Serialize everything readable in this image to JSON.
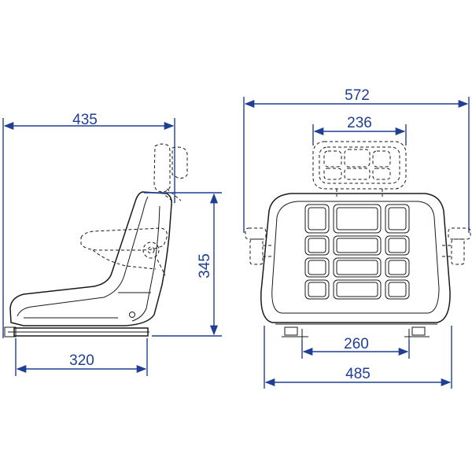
{
  "dimensions": {
    "side_depth": "435",
    "side_height": "345",
    "side_base": "320",
    "front_width_armrests": "572",
    "front_headrest": "236",
    "front_mount": "260",
    "front_base": "485"
  },
  "colors": {
    "dimension": "#1f3f95",
    "outline": "#1a1a1a"
  }
}
